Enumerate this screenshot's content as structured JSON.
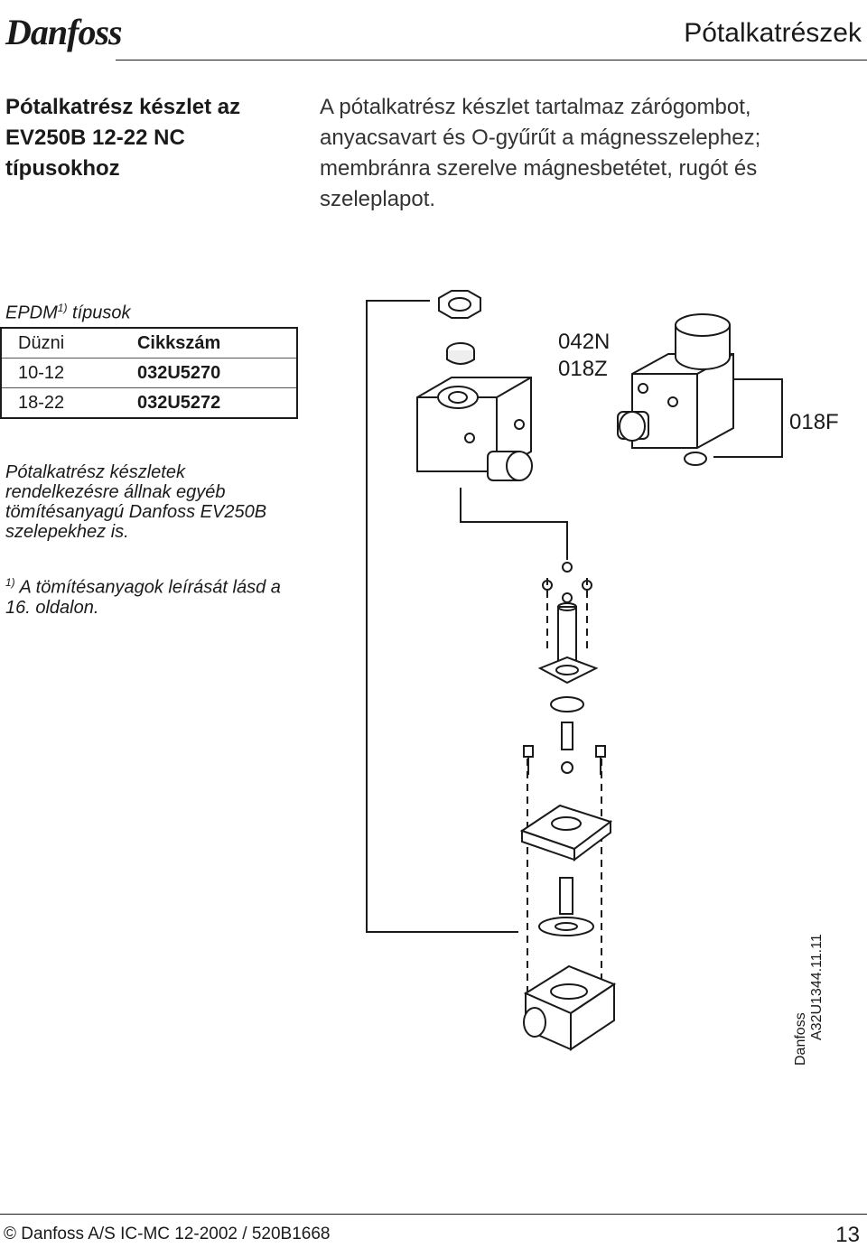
{
  "header": {
    "logo": "Danfoss",
    "title": "Pótalkatrészek"
  },
  "section": {
    "title": "Pótalkatrész készlet az EV250B 12-22 NC típusokhoz",
    "description": "A pótalkatrész készlet tartalmaz zárógombot, anyacsavart és O-gyűrűt a mágnesszelephez; membránra szerelve mágnesbetétet, rugót és szeleplapot."
  },
  "table": {
    "caption": "EPDM",
    "caption_sup": "1)",
    "caption_rest": " típusok",
    "headers": [
      "Düzni",
      "Cikkszám"
    ],
    "rows": [
      [
        "10-12",
        "032U5270"
      ],
      [
        "18-22",
        "032U5272"
      ]
    ]
  },
  "note": "Pótalkatrész készletek rendelkezésre állnak egyéb tömítésanyagú Danfoss EV250B szelepekhez is.",
  "footnote": {
    "marker": "1)",
    "text": " A tömítésanyagok leírását lásd a 16. oldalon."
  },
  "diagram": {
    "label_coil_1": "042N",
    "label_coil_2": "018Z",
    "label_oring": "018F",
    "drawing_brand": "Danfoss",
    "drawing_code": "A32U1344.11.11"
  },
  "footer": {
    "copyright": "© Danfoss A/S IC-MC 12-2002 / 520B1668",
    "page_number": "13"
  }
}
